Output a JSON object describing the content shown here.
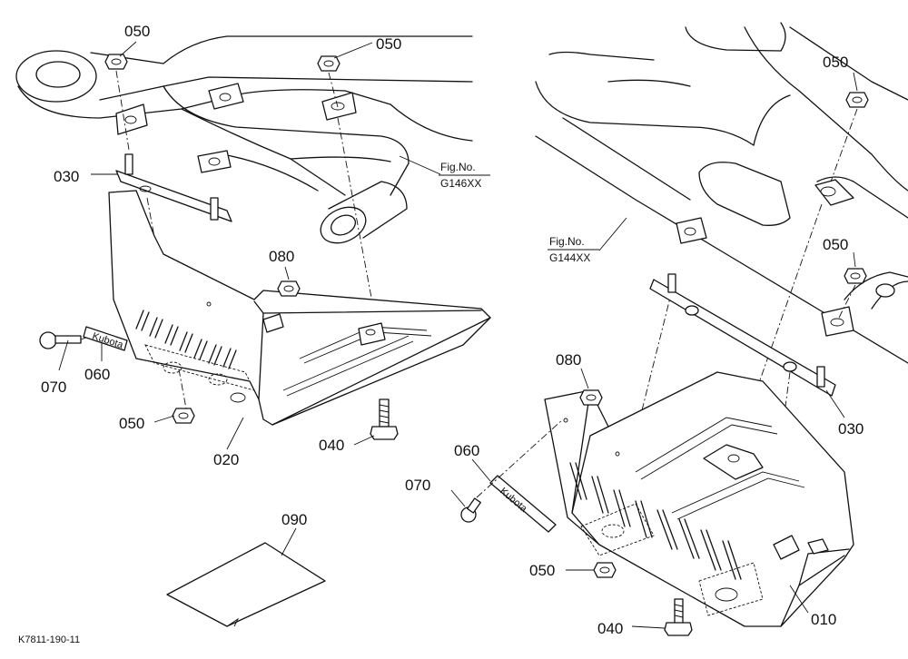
{
  "diagram": {
    "left_labels": {
      "p050_top_left": "050",
      "p050_top_mid": "050",
      "p030": "030",
      "p080": "080",
      "p070": "070",
      "p060": "060",
      "p050_bottom": "050",
      "p040": "040",
      "p020": "020",
      "p090": "090"
    },
    "right_labels": {
      "p050_top": "050",
      "p050_mid": "050",
      "p080": "080",
      "p060": "060",
      "p070": "070",
      "p050_bottom": "050",
      "p040": "040",
      "p030": "030",
      "p010": "010"
    },
    "fig_ref_left": {
      "line1": "Fig.No.",
      "line2": "G146XX"
    },
    "fig_ref_right": {
      "line1": "Fig.No.",
      "line2": "G144XX"
    },
    "drawing_code": "K7811-190-11"
  }
}
